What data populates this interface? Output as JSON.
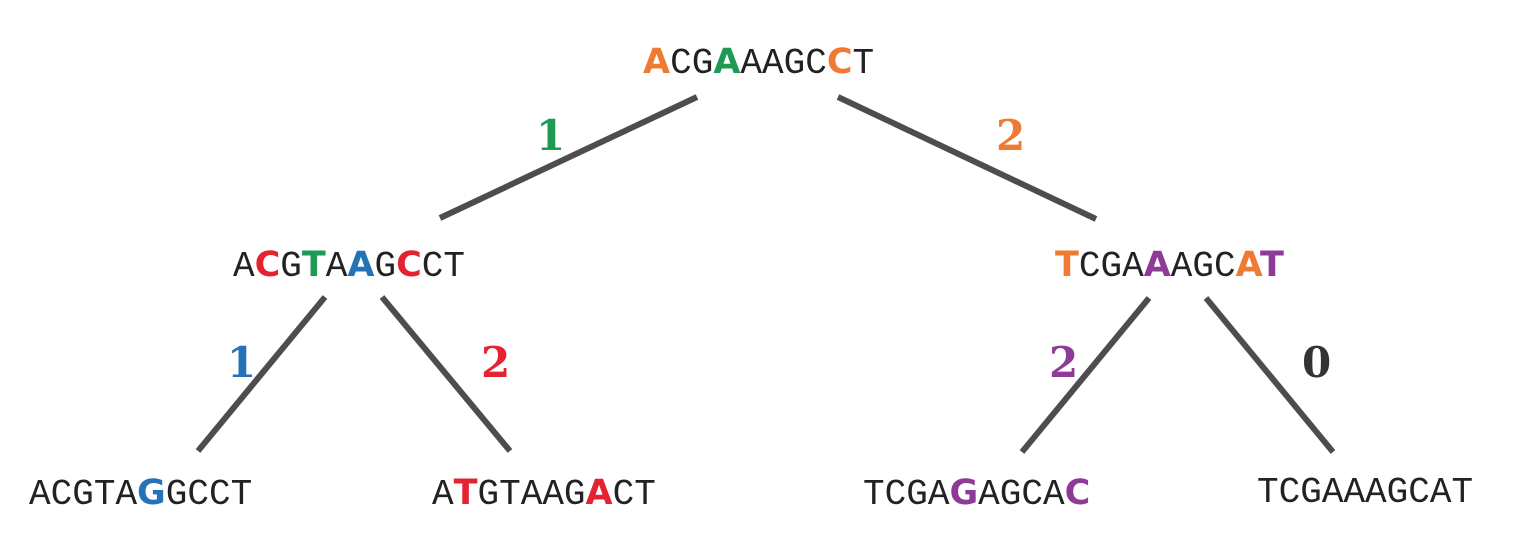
{
  "colors": {
    "edge": "#4d4d4d",
    "base_text": "#222222",
    "orange": "#ef7a34",
    "green": "#1f9a54",
    "red": "#e5222f",
    "blue": "#2473b6",
    "purple": "#8e3a97",
    "dark": "#333333"
  },
  "nodes": {
    "root": {
      "sequence": "ACGAAAGCCT",
      "highlights": [
        {
          "index": 0,
          "color": "#ef7a34"
        },
        {
          "index": 3,
          "color": "#1f9a54"
        },
        {
          "index": 8,
          "color": "#ef7a34"
        }
      ]
    },
    "left": {
      "sequence": "ACGTAAGCCT",
      "highlights": [
        {
          "index": 1,
          "color": "#e5222f"
        },
        {
          "index": 3,
          "color": "#1f9a54"
        },
        {
          "index": 5,
          "color": "#2473b6"
        },
        {
          "index": 7,
          "color": "#e5222f"
        }
      ]
    },
    "right": {
      "sequence": "TCGAAAGCAT",
      "highlights": [
        {
          "index": 0,
          "color": "#ef7a34"
        },
        {
          "index": 4,
          "color": "#8e3a97"
        },
        {
          "index": 8,
          "color": "#ef7a34"
        },
        {
          "index": 9,
          "color": "#8e3a97"
        }
      ]
    },
    "leaf1": {
      "sequence": "ACGTAGGCCT",
      "highlights": [
        {
          "index": 5,
          "color": "#2473b6"
        }
      ]
    },
    "leaf2": {
      "sequence": "ATGTAAGACT",
      "highlights": [
        {
          "index": 1,
          "color": "#e5222f"
        },
        {
          "index": 7,
          "color": "#e5222f"
        }
      ]
    },
    "leaf3": {
      "sequence": "TCGAGAGCAC",
      "highlights": [
        {
          "index": 4,
          "color": "#8e3a97"
        },
        {
          "index": 9,
          "color": "#8e3a97"
        }
      ]
    },
    "leaf4": {
      "sequence": "TCGAAAGCAT",
      "highlights": []
    }
  },
  "edge_labels": {
    "root_left": {
      "text": "1",
      "color": "#1f9a54"
    },
    "root_right": {
      "text": "2",
      "color": "#ef7a34"
    },
    "left_leaf1": {
      "text": "1",
      "color": "#2473b6"
    },
    "left_leaf2": {
      "text": "2",
      "color": "#e5222f"
    },
    "right_leaf3": {
      "text": "2",
      "color": "#8e3a97"
    },
    "right_leaf4": {
      "text": "0",
      "color": "#333333"
    }
  }
}
